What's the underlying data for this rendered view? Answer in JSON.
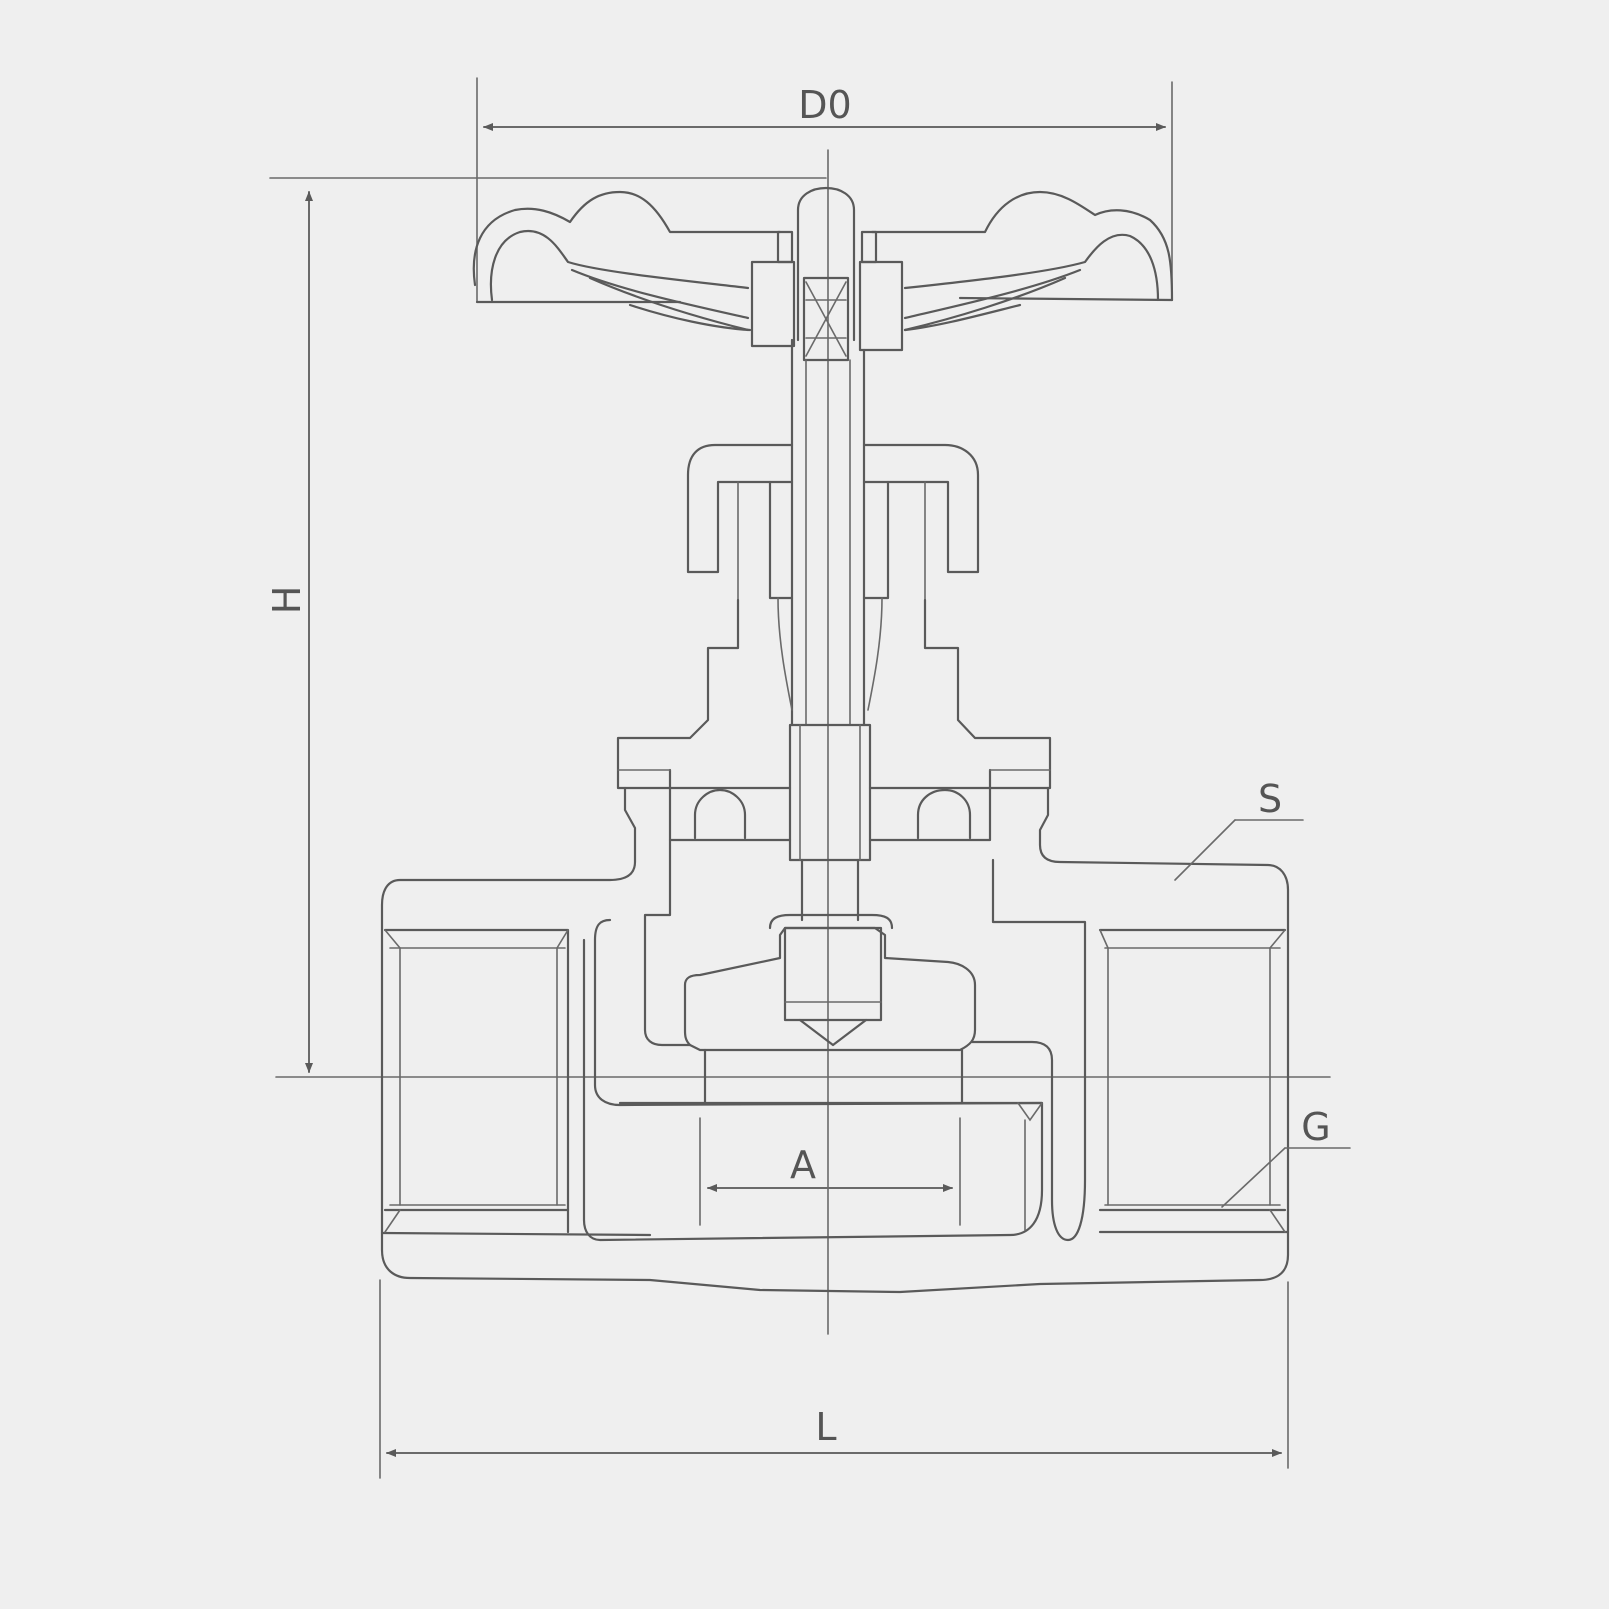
{
  "colors": {
    "background": "#efefef",
    "line": "#5a5a5a"
  },
  "labels": {
    "d0": "D0",
    "h": "H",
    "s": "S",
    "g": "G",
    "a": "A",
    "l": "L"
  }
}
